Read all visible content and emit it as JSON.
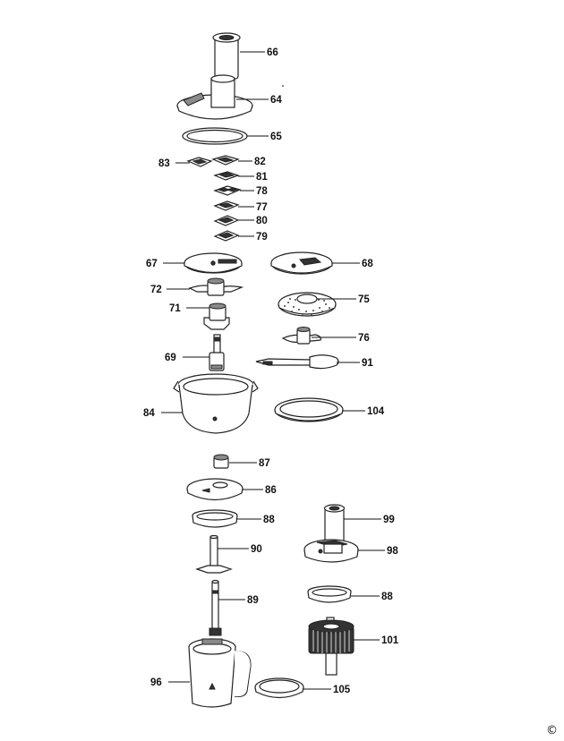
{
  "labels": {
    "p66": "66",
    "p64": "64",
    "p65": "65",
    "p83": "83",
    "p82": "82",
    "p81": "81",
    "p78": "78",
    "p77": "77",
    "p80": "80",
    "p79": "79",
    "p67": "67",
    "p68": "68",
    "p72": "72",
    "p75": "75",
    "p71": "71",
    "p76": "76",
    "p69": "69",
    "p91": "91",
    "p84": "84",
    "p104": "104",
    "p87": "87",
    "p86": "86",
    "p88a": "88",
    "p99": "99",
    "p90": "90",
    "p98": "98",
    "p89": "89",
    "p88b": "88",
    "p101": "101",
    "p96": "96",
    "p105": "105"
  },
  "copyright": "©"
}
